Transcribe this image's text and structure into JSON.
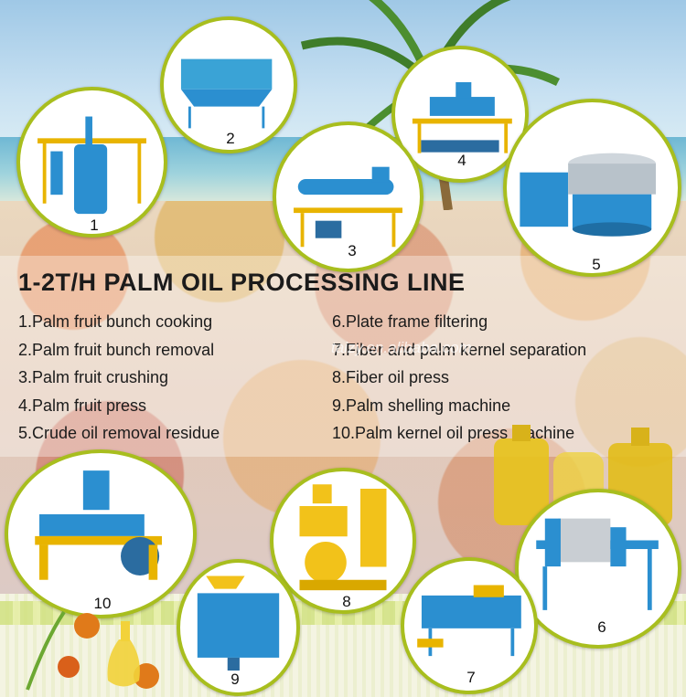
{
  "title": "1-2T/H PALM OIL PROCESSING LINE",
  "steps_left": [
    "1.Palm fruit bunch cooking",
    "2.Palm fruit bunch removal",
    "3.Palm fruit crushing",
    "4.Palm fruit press",
    "5.Crude oil removal residue"
  ],
  "steps_right": [
    "6.Plate frame filtering",
    "7.Fiber and palm kernel separation",
    "8.Fiber oil press",
    "9.Palm shelling machine",
    "10.Palm kernel oil press machine"
  ],
  "watermark": "taizy.en.alibaba.com",
  "machines": [
    {
      "number": "1",
      "icon": "cooking-tank-icon"
    },
    {
      "number": "2",
      "icon": "hopper-icon"
    },
    {
      "number": "3",
      "icon": "screw-crusher-icon"
    },
    {
      "number": "4",
      "icon": "screw-press-icon"
    },
    {
      "number": "5",
      "icon": "vibrating-sieve-icon"
    },
    {
      "number": "6",
      "icon": "plate-filter-icon"
    },
    {
      "number": "7",
      "icon": "separator-icon"
    },
    {
      "number": "8",
      "icon": "oil-press-icon"
    },
    {
      "number": "9",
      "icon": "sheller-icon"
    },
    {
      "number": "10",
      "icon": "kernel-press-icon"
    }
  ],
  "colors": {
    "ring": "#a8be1e",
    "machine_blue": "#2b8fd0",
    "machine_yellow": "#f2c21a",
    "frame_yellow": "#e8b400"
  }
}
